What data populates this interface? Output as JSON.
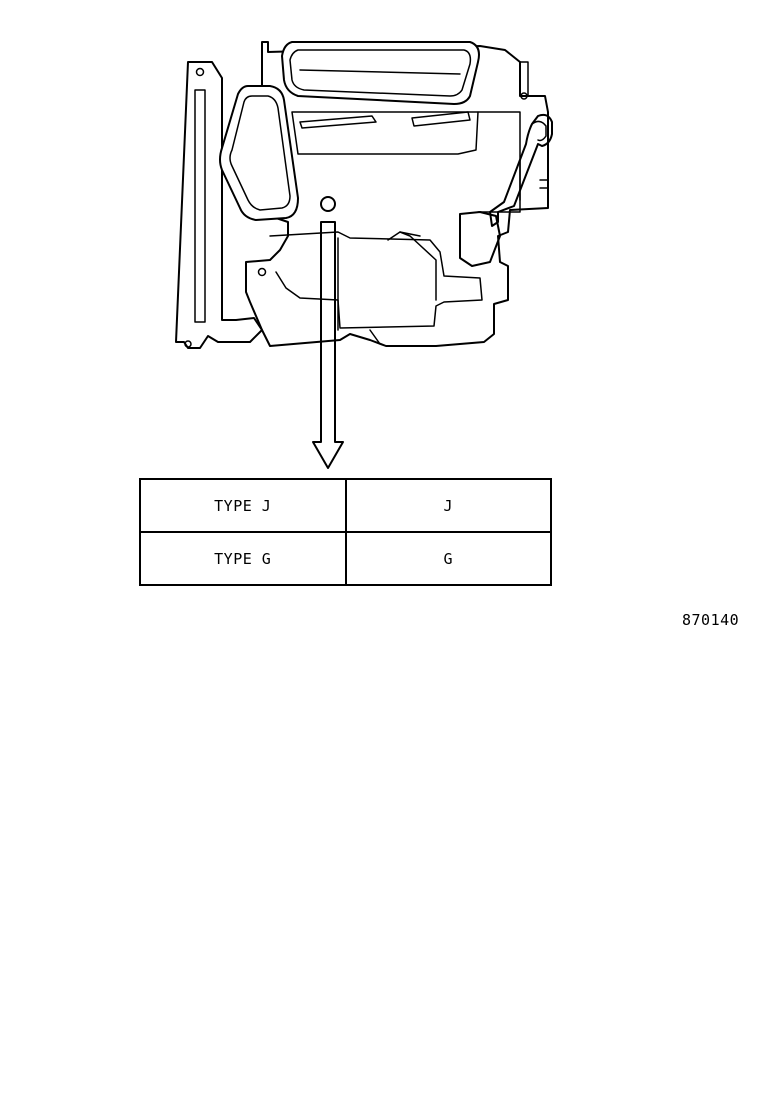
{
  "table": {
    "rows": [
      {
        "type": "TYPE J",
        "mark": "J"
      },
      {
        "type": "TYPE G",
        "mark": "G"
      }
    ]
  },
  "figure_id": "870140"
}
